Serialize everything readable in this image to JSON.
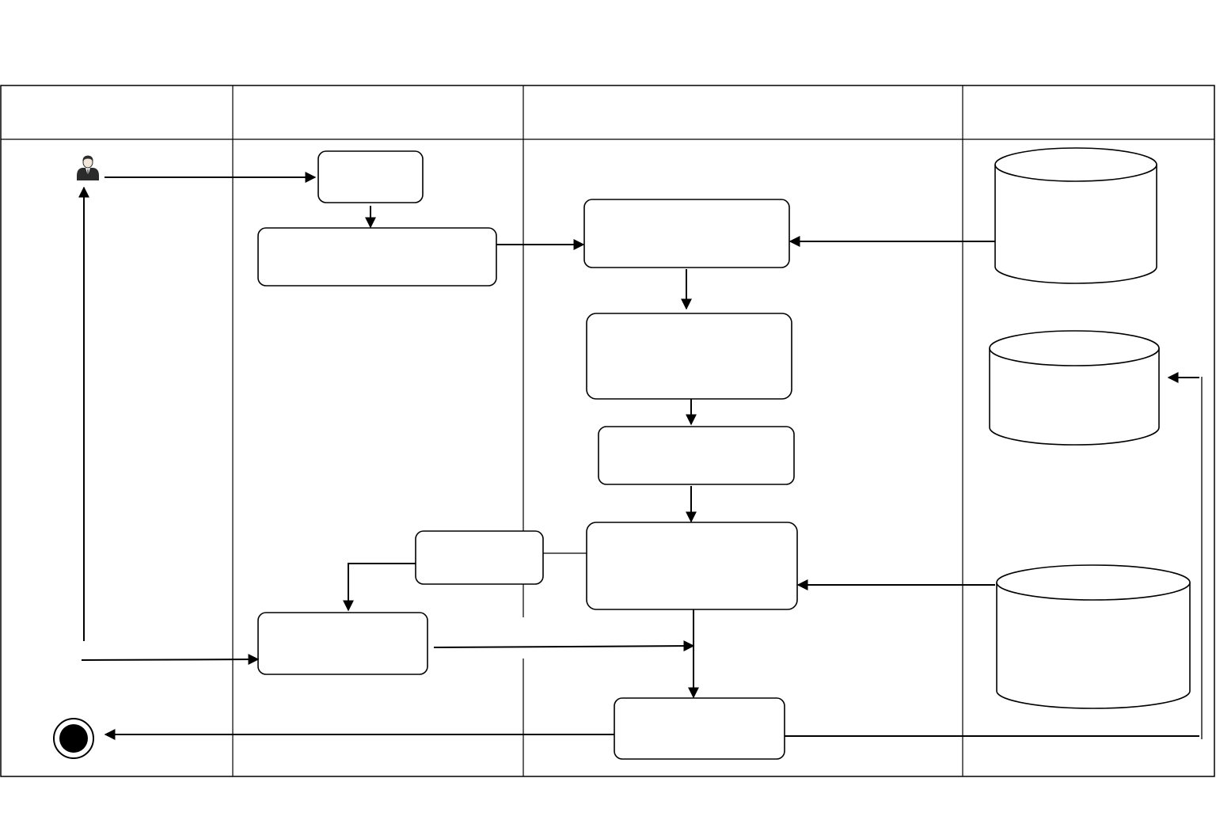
{
  "diagram": {
    "type": "swimlane-activity",
    "lanes": [
      {
        "id": "lane-1",
        "title": ""
      },
      {
        "id": "lane-2",
        "title": ""
      },
      {
        "id": "lane-3",
        "title": ""
      },
      {
        "id": "lane-4",
        "title": ""
      }
    ],
    "nodes": [
      {
        "id": "actor",
        "kind": "actor",
        "icon": "user-icon",
        "label": ""
      },
      {
        "id": "b1",
        "kind": "action",
        "label": ""
      },
      {
        "id": "b2",
        "kind": "action",
        "label": ""
      },
      {
        "id": "b3",
        "kind": "action",
        "label": ""
      },
      {
        "id": "b4",
        "kind": "action",
        "label": ""
      },
      {
        "id": "b5",
        "kind": "action",
        "label": ""
      },
      {
        "id": "b6",
        "kind": "action",
        "label": ""
      },
      {
        "id": "b7",
        "kind": "action",
        "label": ""
      },
      {
        "id": "b8",
        "kind": "action",
        "label": ""
      },
      {
        "id": "b9",
        "kind": "action",
        "label": ""
      },
      {
        "id": "db1",
        "kind": "datastore",
        "label": ""
      },
      {
        "id": "db2",
        "kind": "datastore",
        "label": ""
      },
      {
        "id": "db3",
        "kind": "datastore",
        "label": ""
      },
      {
        "id": "end",
        "kind": "final-node",
        "label": ""
      }
    ],
    "edges": [
      {
        "from": "actor",
        "to": "b1"
      },
      {
        "from": "b1",
        "to": "b2"
      },
      {
        "from": "b2",
        "to": "b3"
      },
      {
        "from": "db1",
        "to": "b3"
      },
      {
        "from": "b3",
        "to": "b4"
      },
      {
        "from": "b4",
        "to": "b5"
      },
      {
        "from": "b5",
        "to": "b6"
      },
      {
        "from": "db3",
        "to": "b6"
      },
      {
        "from": "b6",
        "to": "b7"
      },
      {
        "from": "b7",
        "to": "b8"
      },
      {
        "from": "b8",
        "to": "b6"
      },
      {
        "from": "b6",
        "to": "b9"
      },
      {
        "from": "b9",
        "to": "db2"
      },
      {
        "from": "b9",
        "to": "end"
      },
      {
        "from": "b8",
        "to": "actor"
      }
    ]
  }
}
